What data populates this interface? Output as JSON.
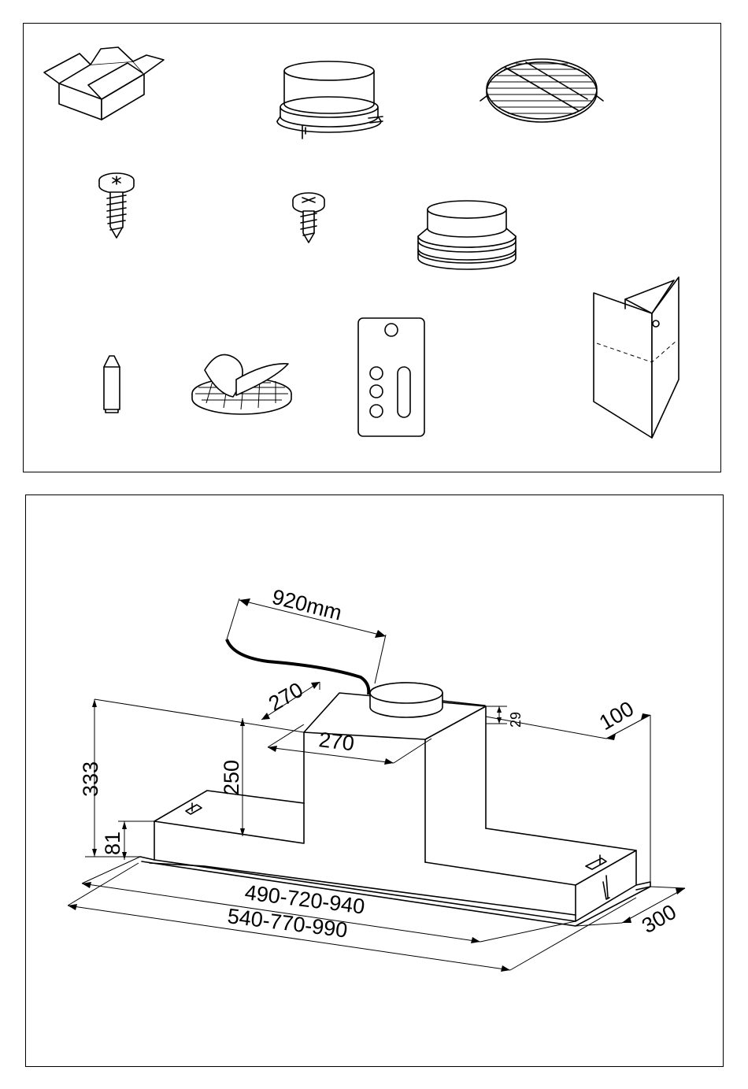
{
  "parts_panel": {
    "icons": [
      "box-icon",
      "round-adapter-valve-icon",
      "round-grille-icon",
      "large-screw-icon",
      "small-screw-icon",
      "duct-reducer-icon",
      "wall-plug-icon",
      "carbon-filter-icon",
      "mounting-template-icon",
      "folded-leaflet-icon"
    ]
  },
  "dimensions": {
    "cable_length": "920mm",
    "outlet_offset_depth": "270",
    "outlet_offset_width": "270",
    "outlet_height": "29",
    "rear_offset": "100",
    "total_height": "333",
    "body_height": "250",
    "front_height": "81",
    "inner_width": "490-720-940",
    "outer_width": "540-770-990",
    "depth": "300"
  }
}
